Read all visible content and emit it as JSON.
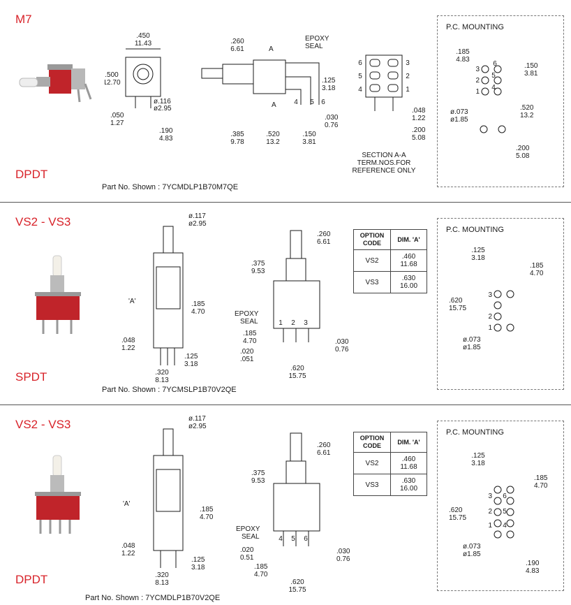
{
  "sections": [
    {
      "series": "M7",
      "pole_type": "DPDT",
      "part_no_label": "Part No. Shown : 7YCMDLP1B70M7QE",
      "front_dims": {
        "width_in": ".450",
        "width_mm": "11.43",
        "height_in": ".500",
        "height_mm": "12.70",
        "hole_in": "ø.116",
        "hole_mm": "ø2.95",
        "pin_in": ".050",
        "pin_mm": "1.27",
        "pitch_in": ".190",
        "pitch_mm": "4.83"
      },
      "side_dims": {
        "plunger_in": ".260",
        "plunger_mm": "6.61",
        "epoxy_l1": "EPOXY",
        "epoxy_l2": "SEAL",
        "section_mark": "A",
        "term_in": ".125",
        "term_mm": "3.18",
        "term_w_in": ".030",
        "term_w_mm": "0.76",
        "body_in": ".385",
        "body_mm": "9.78",
        "len_in": ".520",
        "len_mm": "13.2",
        "pitch_in": ".150",
        "pitch_mm": "3.81",
        "term_nums": [
          "4",
          "5",
          "6"
        ]
      },
      "section_view": {
        "terms_left": [
          "6",
          "5",
          "4"
        ],
        "terms_right": [
          "3",
          "2",
          "1"
        ],
        "w_in": ".048",
        "w_mm": "1.22",
        "p_in": ".200",
        "p_mm": "5.08",
        "note_lines": [
          "SECTION A-A",
          "TERM.NOS.FOR",
          "REFERENCE ONLY"
        ]
      },
      "pc_mounting": {
        "title": "P.C. MOUNTING",
        "d1_in": ".185",
        "d1_mm": "4.83",
        "d2_in": ".150",
        "d2_mm": "3.81",
        "d3_in": ".520",
        "d3_mm": "13.2",
        "hole_in": "ø.073",
        "hole_mm": "ø1.85",
        "d4_in": ".200",
        "d4_mm": "5.08",
        "pads": [
          "3",
          "6",
          "2",
          "5",
          "1",
          "4"
        ]
      }
    },
    {
      "series": "VS2 - VS3",
      "pole_type": "SPDT",
      "part_no_label": "Part No. Shown : 7YCMSLP1B70V2QE",
      "front_dims": {
        "dia_in": "ø.117",
        "dia_mm": "ø2.95",
        "a_label": "'A'",
        "h_in": ".185",
        "h_mm": "4.70",
        "pin_in": ".048",
        "pin_mm": "1.22",
        "t_in": ".125",
        "t_mm": "3.18",
        "w_in": ".320",
        "w_mm": "8.13"
      },
      "side_dims": {
        "plunger_in": ".260",
        "plunger_mm": "6.61",
        "travel_in": ".375",
        "travel_mm": "9.53",
        "epoxy_l1": "EPOXY",
        "epoxy_l2": "SEAL",
        "term_nums": [
          "1",
          "2",
          "3"
        ],
        "p_in": ".185",
        "p_mm": "4.70",
        "t_in": ".020",
        "t_mm": ".051",
        "tw_in": ".030",
        "tw_mm": "0.76",
        "len_in": ".620",
        "len_mm": "15.75"
      },
      "option_table": {
        "head1_l1": "OPTION",
        "head1_l2": "CODE",
        "head2": "DIM. 'A'",
        "rows": [
          {
            "code": "VS2",
            "in": ".460",
            "mm": "11.68"
          },
          {
            "code": "VS3",
            "in": ".630",
            "mm": "16.00"
          }
        ]
      },
      "pc_mounting": {
        "title": "P.C. MOUNTING",
        "d1_in": ".125",
        "d1_mm": "3.18",
        "d2_in": ".185",
        "d2_mm": "4.70",
        "d3_in": ".620",
        "d3_mm": "15.75",
        "hole_in": "ø.073",
        "hole_mm": "ø1.85",
        "pads": [
          "3",
          "2",
          "1"
        ]
      }
    },
    {
      "series": "VS2 - VS3",
      "pole_type": "DPDT",
      "part_no_label": "Part No. Shown : 7YCMDLP1B70V2QE",
      "front_dims": {
        "dia_in": "ø.117",
        "dia_mm": "ø2.95",
        "a_label": "'A'",
        "h_in": ".185",
        "h_mm": "4.70",
        "pin_in": ".048",
        "pin_mm": "1.22",
        "t_in": ".125",
        "t_mm": "3.18",
        "w_in": ".320",
        "w_mm": "8.13"
      },
      "side_dims": {
        "plunger_in": ".260",
        "plunger_mm": "6.61",
        "travel_in": ".375",
        "travel_mm": "9.53",
        "epoxy_l1": "EPOXY",
        "epoxy_l2": "SEAL",
        "term_nums": [
          "4",
          "5",
          "6"
        ],
        "t_in": ".020",
        "t_mm": "0.51",
        "p_in": ".185",
        "p_mm": "4.70",
        "tw_in": ".030",
        "tw_mm": "0.76",
        "len_in": ".620",
        "len_mm": "15.75"
      },
      "option_table": {
        "head1_l1": "OPTION",
        "head1_l2": "CODE",
        "head2": "DIM. 'A'",
        "rows": [
          {
            "code": "VS2",
            "in": ".460",
            "mm": "11.68"
          },
          {
            "code": "VS3",
            "in": ".630",
            "mm": "16.00"
          }
        ]
      },
      "pc_mounting": {
        "title": "P.C. MOUNTING",
        "d1_in": ".125",
        "d1_mm": "3.18",
        "d2_in": ".185",
        "d2_mm": "4.70",
        "d3_in": ".620",
        "d3_mm": "15.75",
        "hole_in": "ø.073",
        "hole_mm": "ø1.85",
        "d4_in": ".190",
        "d4_mm": "4.83",
        "pads": [
          "3",
          "6",
          "2",
          "5",
          "1",
          "4"
        ]
      }
    }
  ],
  "colors": {
    "accent": "#d8232a",
    "line": "#1a1a1a",
    "dashed": "#777777"
  }
}
